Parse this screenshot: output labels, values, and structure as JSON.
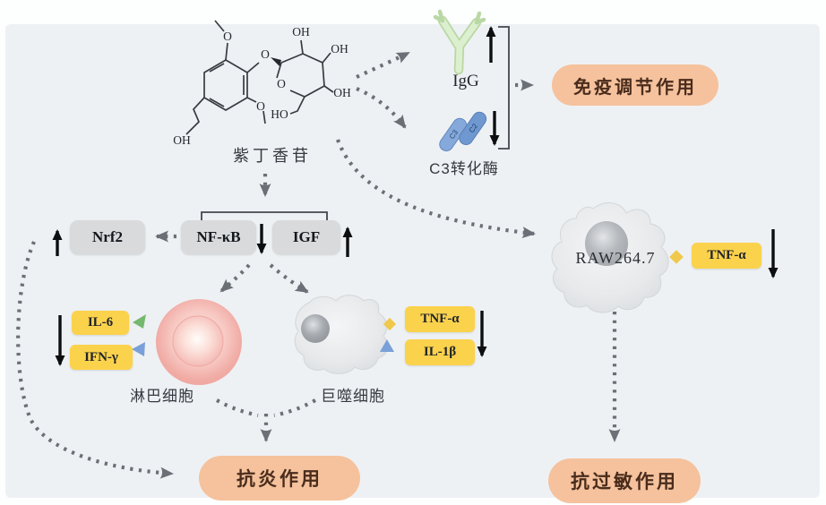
{
  "molecule": {
    "name": "紫丁香苷",
    "atom_o": "O",
    "atom_oh": "OH",
    "atom_ho": "HO"
  },
  "immune_branch": {
    "igg_label": "IgG",
    "c3_label": "C3转化酶",
    "c3_capsule_a": "C3",
    "c3_capsule_b": "C2",
    "outcome_label": "免疫调节作用"
  },
  "signaling": {
    "nrf2": "Nrf2",
    "nfkb": "NF-κB",
    "igf": "IGF"
  },
  "lymphocyte": {
    "name": "淋巴细胞",
    "il6": "IL-6",
    "ifng": "IFN-γ"
  },
  "macrophage": {
    "name": "巨噬细胞",
    "tnfa": "TNF-α",
    "il1b": "IL-1β"
  },
  "raw_cell": {
    "name": "RAW264.7",
    "tnfa": "TNF-α"
  },
  "outcomes": {
    "anti_inflammatory": "抗炎作用",
    "anti_allergic": "抗过敏作用"
  },
  "colors": {
    "panel_bg": "#eef1f4",
    "peach_box": "#f5c29d",
    "yellow_box": "#fbd24c",
    "gray_box": "#d8dadc",
    "dotted_line": "#6b7077",
    "antibody_green": "#d8ecc8",
    "capsule_blue": "#7aa3d6"
  }
}
